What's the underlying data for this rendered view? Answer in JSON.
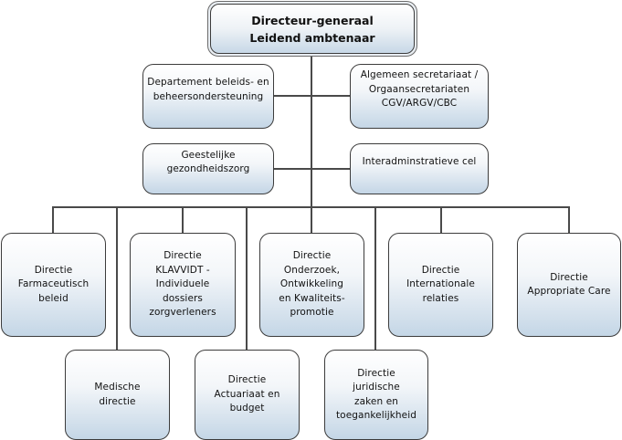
{
  "chart_data": {
    "type": "org-chart",
    "root": {
      "id": "dg",
      "label": "Directeur-generaal\nLeidend ambtenaar"
    },
    "staff_units": [
      {
        "id": "s1",
        "label": "Departement beleids- en\nbeheersondersteuning",
        "side": "left"
      },
      {
        "id": "s2",
        "label": "Algemeen secretariaat /\nOrgaansecretariaten\nCGV/ARGV/CBC",
        "side": "right"
      },
      {
        "id": "s3",
        "label": "Geestelijke\ngezondheidszorg",
        "side": "left"
      },
      {
        "id": "s4",
        "label": "Interadminstratieve cel",
        "side": "right"
      }
    ],
    "directorates": [
      {
        "id": "d1",
        "label": "Directie\nFarmaceutisch\nbeleid",
        "row": 1
      },
      {
        "id": "d2",
        "label": "Medische\ndirectie",
        "row": 2
      },
      {
        "id": "d3",
        "label": "Directie\nKLAVVIDT -\nIndividuele\ndossiers\nzorgverleners",
        "row": 1
      },
      {
        "id": "d4",
        "label": "Directie\nActuariaat en\nbudget",
        "row": 2
      },
      {
        "id": "d5",
        "label": "Directie\nOnderzoek,\nOntwikkeling\nen Kwaliteits-\npromotie",
        "row": 1
      },
      {
        "id": "d6",
        "label": "Directie\njuridische\nzaken en\ntoegankelijkheid",
        "row": 2
      },
      {
        "id": "d7",
        "label": "Directie\nInternationale\nrelaties",
        "row": 1
      },
      {
        "id": "d8",
        "label": "Directie\nAppropriate Care",
        "row": 1
      }
    ],
    "edges": [
      [
        "dg",
        "s1"
      ],
      [
        "dg",
        "s2"
      ],
      [
        "dg",
        "s3"
      ],
      [
        "dg",
        "s4"
      ],
      [
        "dg",
        "d1"
      ],
      [
        "dg",
        "d2"
      ],
      [
        "dg",
        "d3"
      ],
      [
        "dg",
        "d4"
      ],
      [
        "dg",
        "d5"
      ],
      [
        "dg",
        "d6"
      ],
      [
        "dg",
        "d7"
      ],
      [
        "dg",
        "d8"
      ]
    ]
  },
  "colors": {
    "line": "#4a4a4a",
    "box_border": "#3c3c3c",
    "gradient_bottom": "#c4d6e6"
  }
}
